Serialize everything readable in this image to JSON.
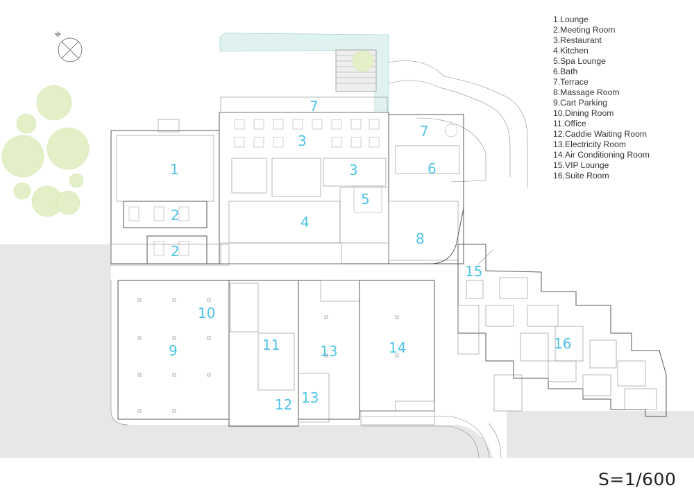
{
  "legend": [
    "1.Lounge",
    "2.Meeting Room",
    "3.Restaurant",
    "4.Kitchen",
    "5.Spa Lounge",
    "6.Bath",
    "7.Terrace",
    "8.Massage Room",
    "9.Cart Parking",
    "10.Dining Room",
    "11.Office",
    "12.Caddie Waiting Room",
    "13.Electricity Room",
    "14.Air Conditioning Room",
    "15.VIP Lounge",
    "16.Suite Room"
  ],
  "scale": "S=1/600",
  "compass_label": "N",
  "room_numbers": [
    "1",
    "2",
    "2",
    "3",
    "3",
    "4",
    "5",
    "6",
    "7",
    "7",
    "8",
    "9",
    "10",
    "11",
    "12",
    "13",
    "13",
    "14",
    "15",
    "16"
  ],
  "colors": {
    "room_number": "#4fc3e6",
    "ground": "#e6e7e6",
    "trees": "#e3efc6",
    "water": "#dff2f0"
  }
}
